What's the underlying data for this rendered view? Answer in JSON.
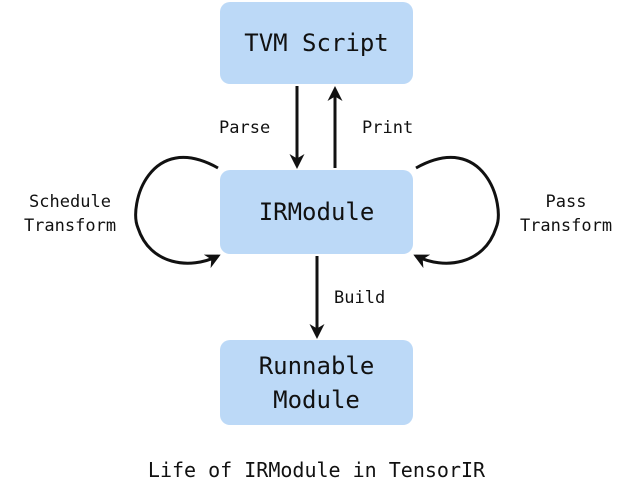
{
  "nodes": {
    "tvm_script": "TVM Script",
    "ir_module": "IRModule",
    "runnable_module": "Runnable\nModule"
  },
  "edges": {
    "parse": "Parse",
    "print": "Print",
    "build": "Build",
    "schedule_transform": "Schedule\nTransform",
    "pass_transform": "Pass\nTransform"
  },
  "caption": "Life of IRModule in TensorIR",
  "colors": {
    "node_fill": "#bcd9f7",
    "arrow": "#111111",
    "text": "#111111"
  }
}
